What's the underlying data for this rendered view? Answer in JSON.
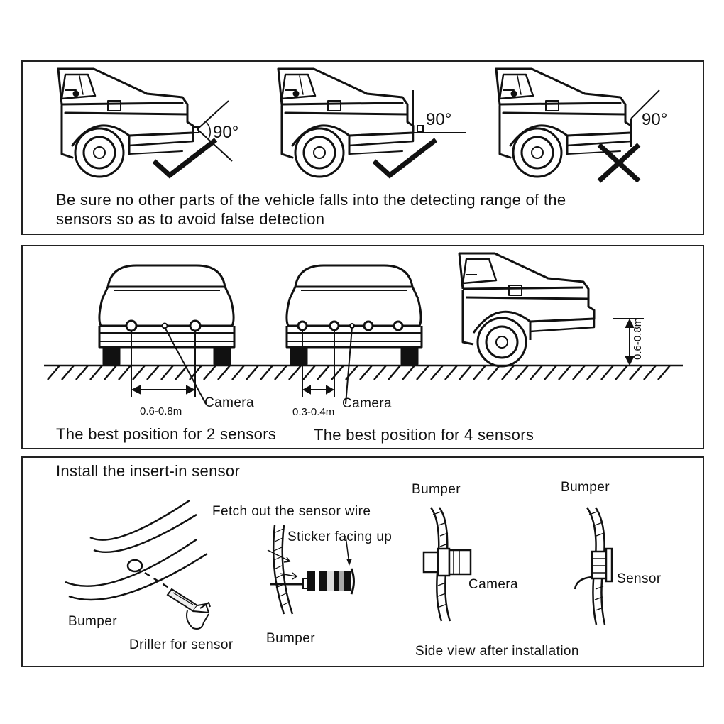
{
  "panel1": {
    "angles": [
      "90°",
      "90°",
      "90°"
    ],
    "caption_line1": "Be sure no other parts of the vehicle falls into the detecting range of the",
    "caption_line2": "sensors so as to avoid false detection"
  },
  "panel2": {
    "two_sensor_distance": "0.6-0.8m",
    "two_sensor_camera": "Camera",
    "four_sensor_distance": "0.3-0.4m",
    "four_sensor_camera": "Camera",
    "height_label": "0.6-0.8m",
    "caption_2": "The best position for 2 sensors",
    "caption_4": "The best position for 4 sensors"
  },
  "panel3": {
    "title": "Install the insert-in sensor",
    "bumper_left": "Bumper",
    "driller": "Driller for sensor",
    "fetch": "Fetch out the sensor wire",
    "sticker": "Sticker facing up",
    "bumper_mid": "Bumper",
    "bumper_camera": "Bumper",
    "camera": "Camera",
    "bumper_sensor": "Bumper",
    "sensor": "Sensor",
    "side_view": "Side view after installation"
  }
}
